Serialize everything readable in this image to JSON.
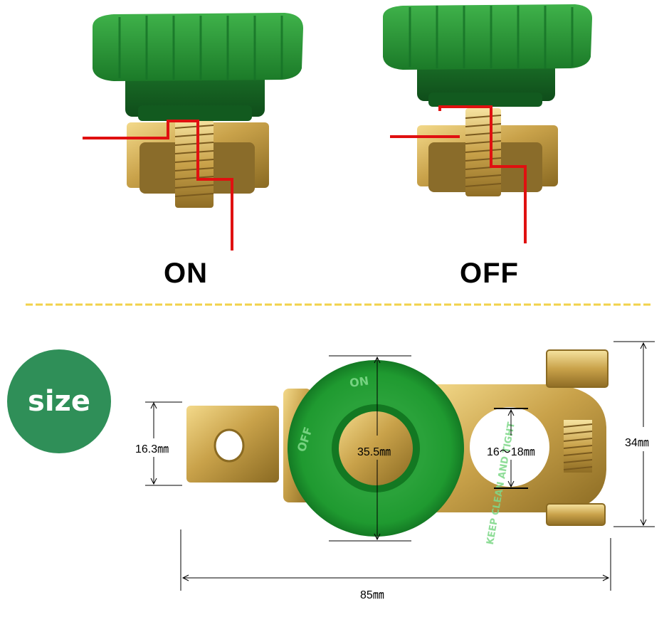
{
  "labels": {
    "on": "ON",
    "off": "OFF",
    "size_badge": "size"
  },
  "dimensions": {
    "width_small": "16.3㎜",
    "knob_diameter": "35.5㎜",
    "hole_diameter": "16〜18㎜",
    "height": "34㎜",
    "length": "85㎜"
  },
  "colors": {
    "knob_green": "#1f8a2e",
    "brass": "#c9a24a",
    "wire_red": "#e01010",
    "divider_yellow": "#f2d24a",
    "badge_green": "#2f8f58"
  },
  "knob_text": {
    "on": "ON",
    "off": "OFF",
    "keep_clean": "KEEP CLEAN AND TIGHT"
  }
}
